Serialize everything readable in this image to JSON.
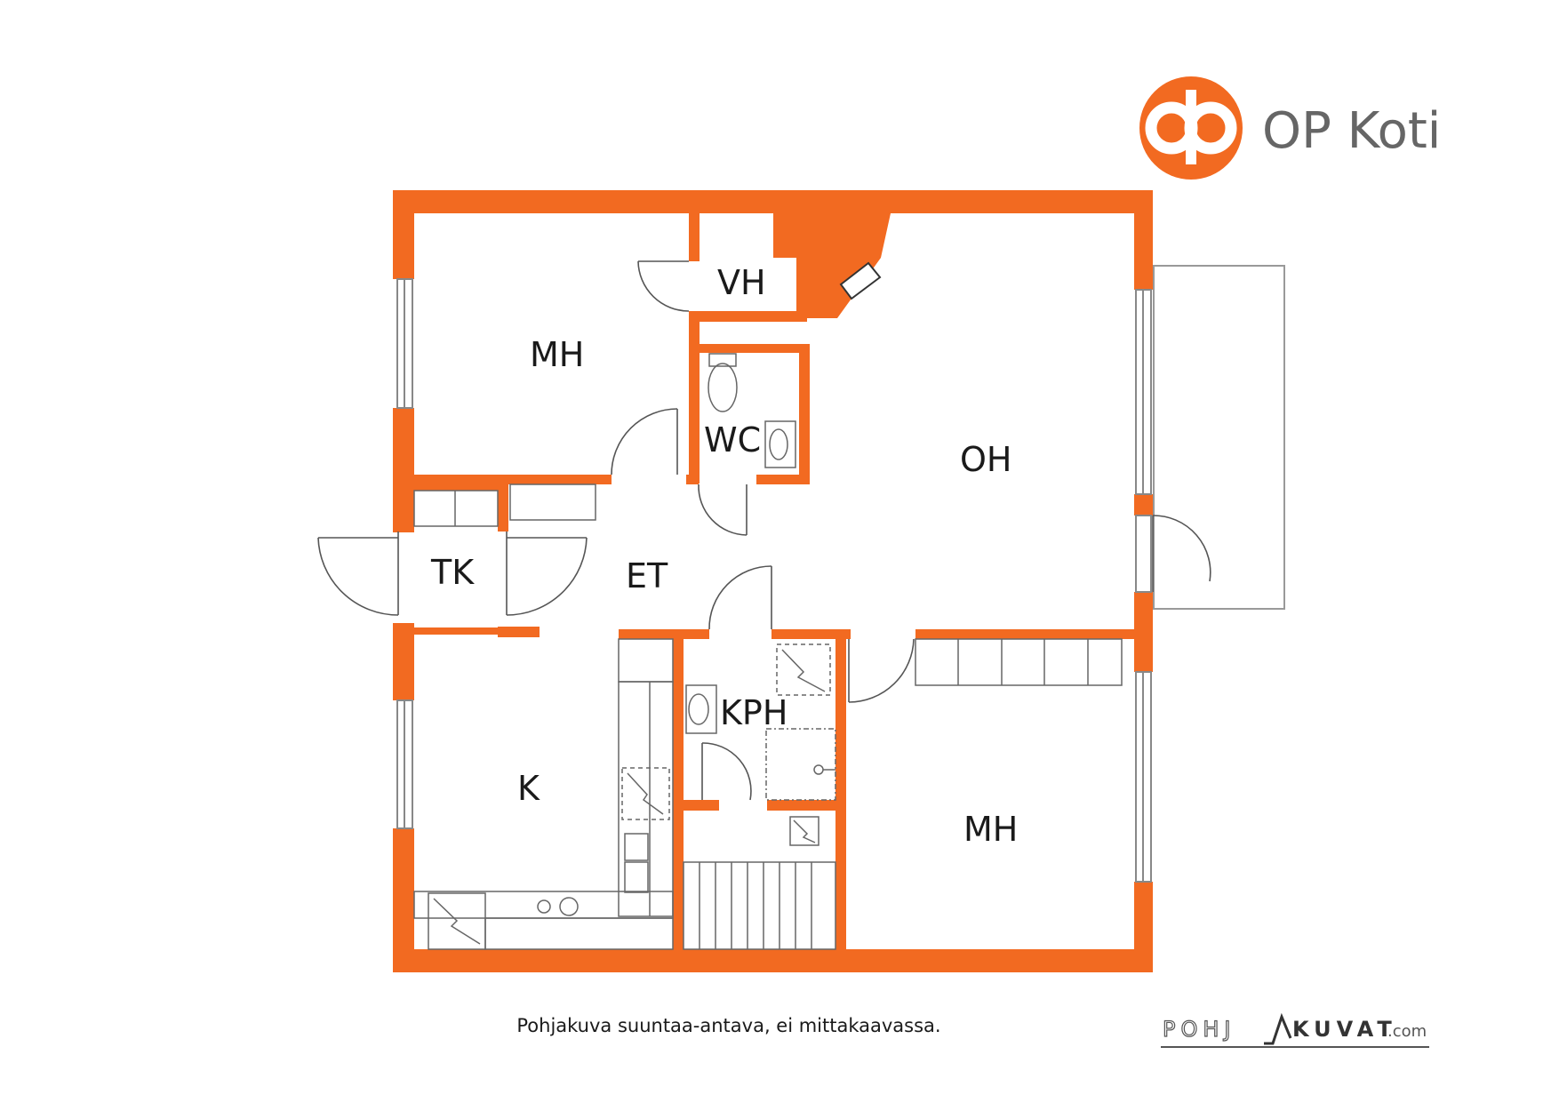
{
  "brand": {
    "name": "OP Koti",
    "accent_color": "#f26a21",
    "text_color": "#666666",
    "logo_icon": "op-symbol-icon"
  },
  "rooms": {
    "mh_top": "MH",
    "vh": "VH",
    "wc": "WC",
    "oh": "OH",
    "tk": "TK",
    "et": "ET",
    "kph": "KPH",
    "k": "K",
    "mh_bottom": "MH"
  },
  "caption": "Pohjakuva suuntaa-antava, ei mittakaavassa.",
  "pohjakuvat": {
    "part1": "POHJ",
    "part2": "KUVAT",
    "suffix": ".com",
    "icon": "pohjakuvat-roof-icon"
  }
}
